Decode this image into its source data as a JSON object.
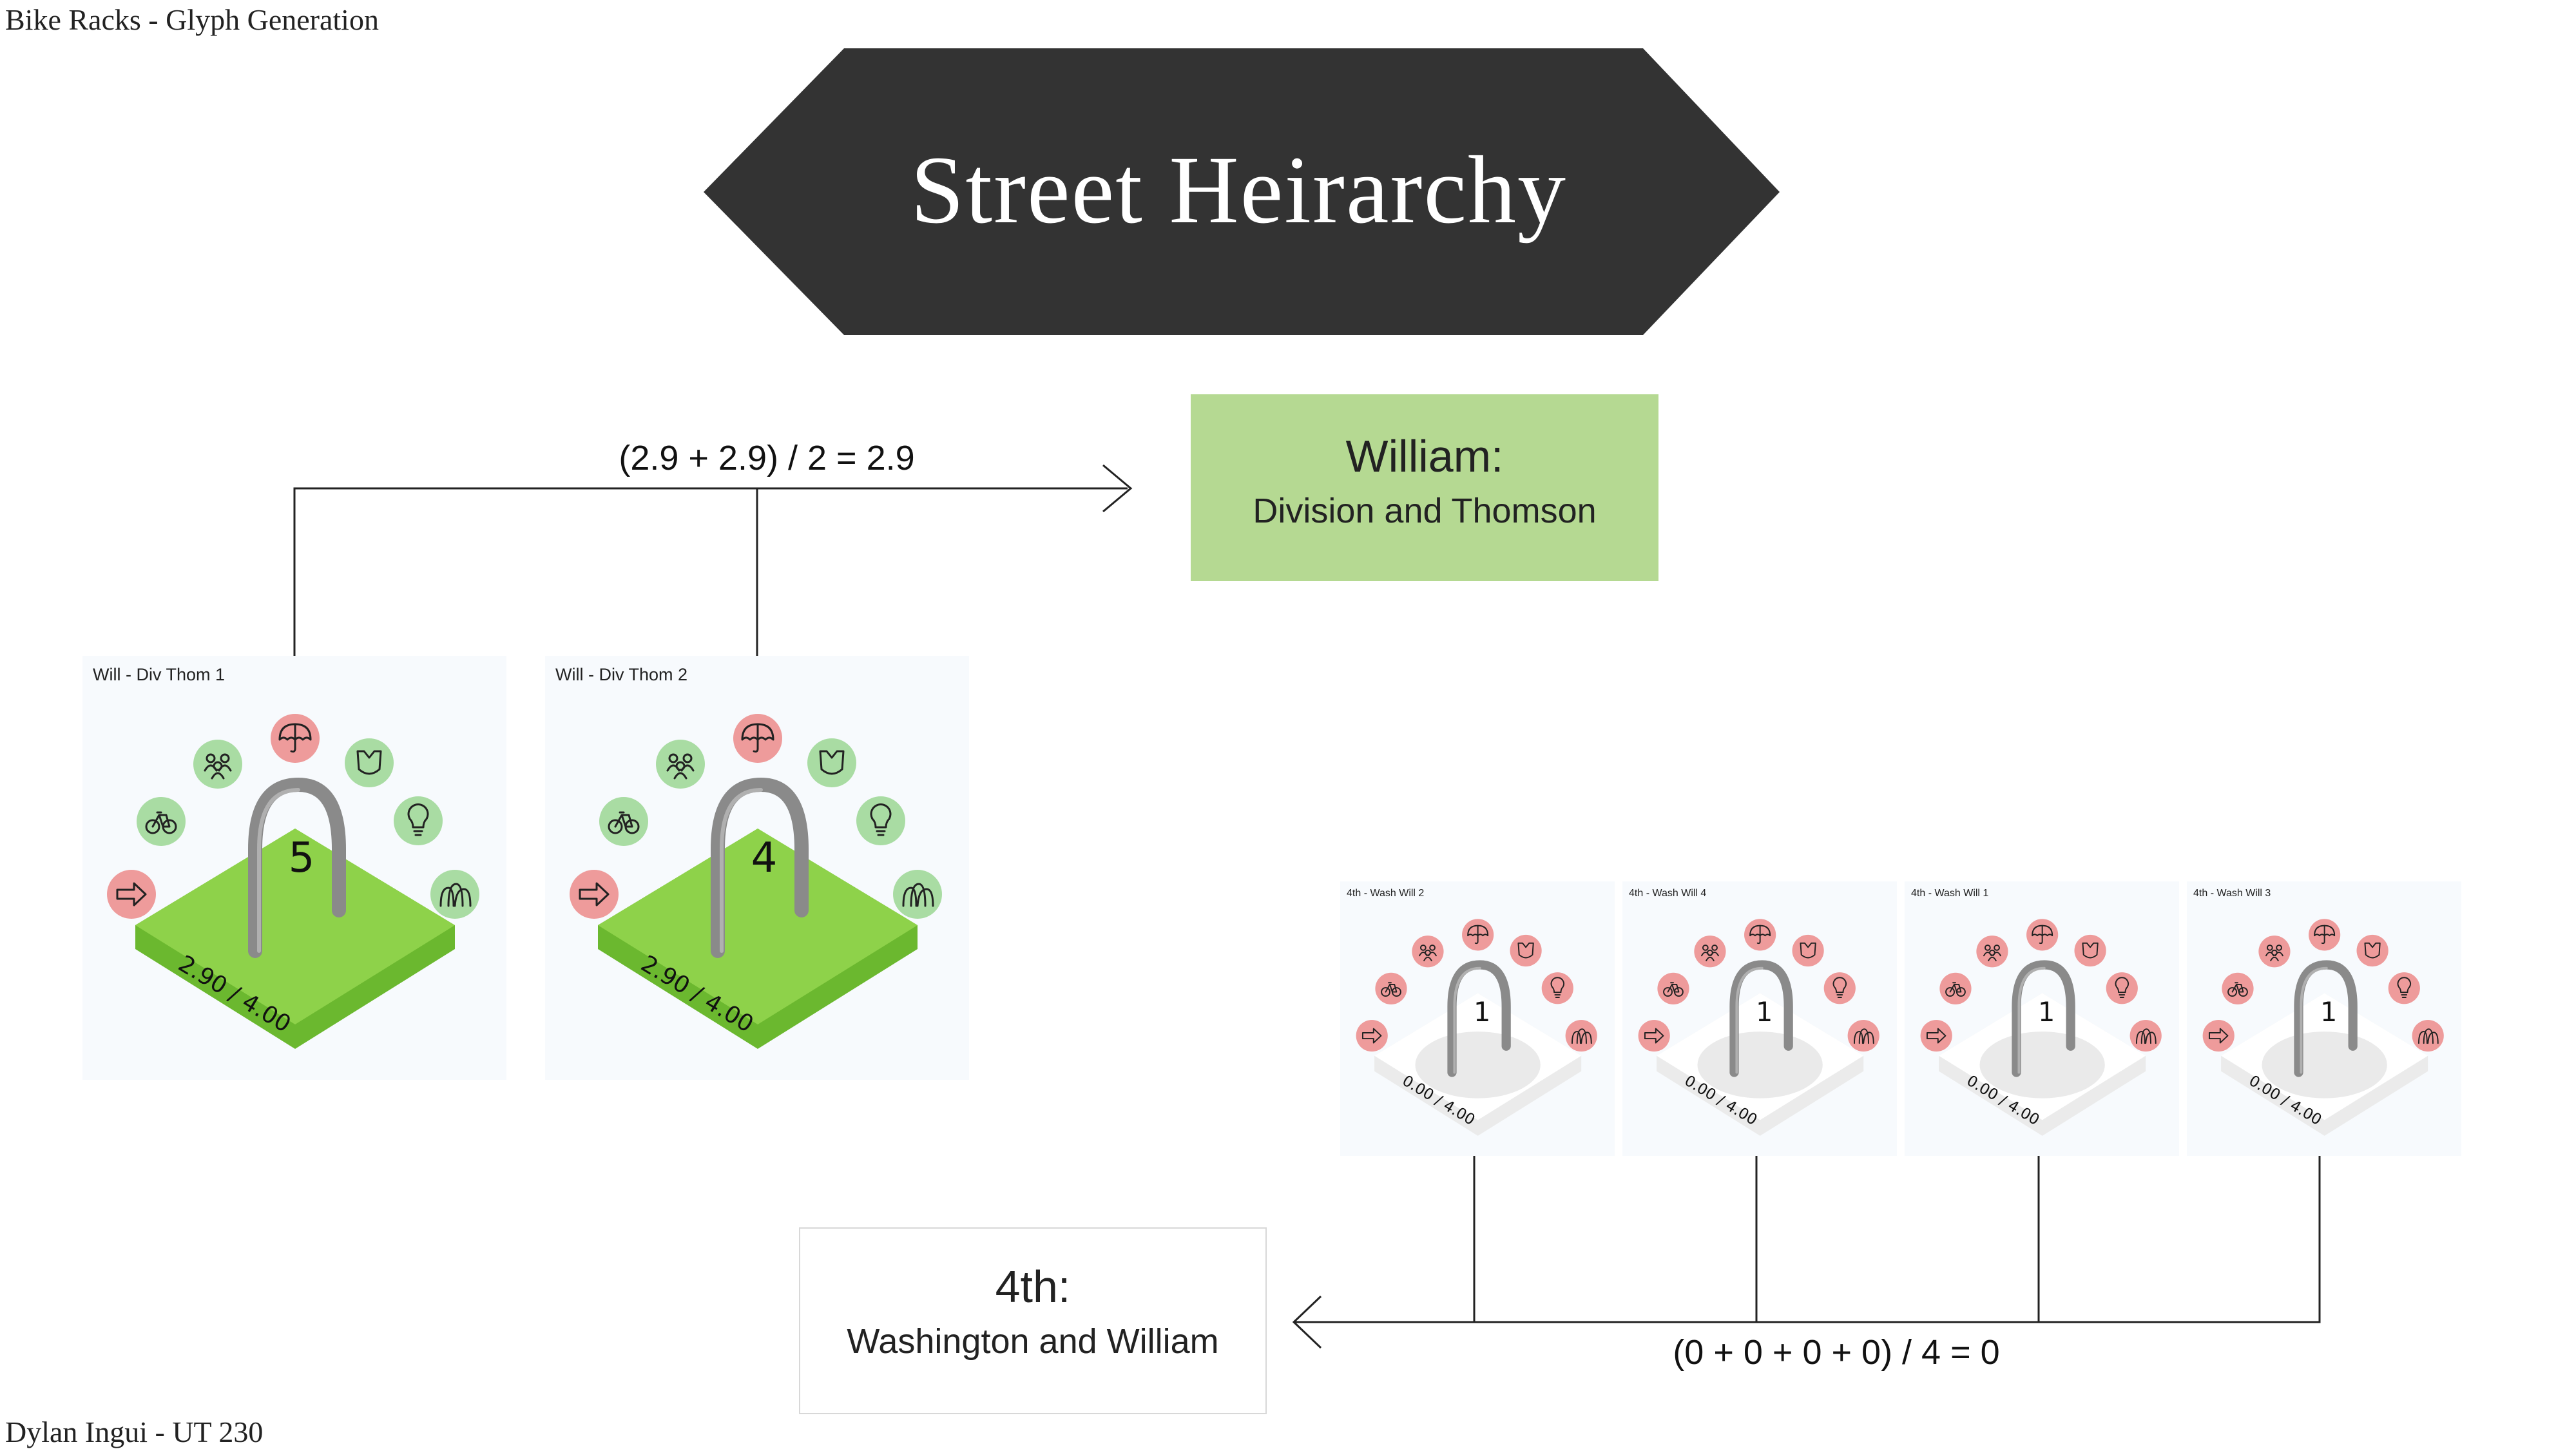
{
  "header": {
    "project": "Bike Racks - Glyph Generation"
  },
  "title": "Street Heirarchy",
  "footer": {
    "author": "Dylan Ingui - UT 230"
  },
  "colors": {
    "banner": "#333333",
    "grass": "#8ed24a",
    "grass_side": "#6bb82f",
    "icon_good": "#a9dca3",
    "icon_bad": "#ee9b9b",
    "box_green": "#b5d992",
    "concrete": "#ebebeb"
  },
  "william": {
    "title": "William:",
    "subtitle": "Division and Thomson",
    "formula": "(2.9 + 2.9) / 2 = 2.9",
    "glyphs": [
      {
        "label": "Will - Div Thom 1",
        "count": "5",
        "score": "2.90 / 4.00",
        "icons": [
          "arrow-right-icon",
          "bike-icon",
          "people-icon",
          "umbrella-icon",
          "shield-icon",
          "lightbulb-icon",
          "trees-icon"
        ],
        "icon_status": [
          "bad",
          "good",
          "good",
          "bad",
          "good",
          "good",
          "good"
        ]
      },
      {
        "label": "Will - Div Thom 2",
        "count": "4",
        "score": "2.90 / 4.00",
        "icons": [
          "arrow-right-icon",
          "bike-icon",
          "people-icon",
          "umbrella-icon",
          "shield-icon",
          "lightbulb-icon",
          "trees-icon"
        ],
        "icon_status": [
          "bad",
          "good",
          "good",
          "bad",
          "good",
          "good",
          "good"
        ]
      }
    ]
  },
  "fourth": {
    "title": "4th:",
    "subtitle": "Washington and William",
    "formula": "(0 + 0 + 0 + 0) / 4 = 0",
    "glyphs": [
      {
        "label": "4th - Wash Will 2",
        "count": "1",
        "score": "0.00 / 4.00",
        "icons": [
          "arrow-right-icon",
          "bike-icon",
          "people-icon",
          "umbrella-icon",
          "shield-icon",
          "lightbulb-icon",
          "trees-icon"
        ],
        "icon_status": [
          "bad",
          "bad",
          "bad",
          "bad",
          "bad",
          "bad",
          "bad"
        ]
      },
      {
        "label": "4th - Wash Will 4",
        "count": "1",
        "score": "0.00 / 4.00",
        "icons": [
          "arrow-right-icon",
          "bike-icon",
          "people-icon",
          "umbrella-icon",
          "shield-icon",
          "lightbulb-icon",
          "trees-icon"
        ],
        "icon_status": [
          "bad",
          "bad",
          "bad",
          "bad",
          "bad",
          "bad",
          "bad"
        ]
      },
      {
        "label": "4th - Wash Will 1",
        "count": "1",
        "score": "0.00 / 4.00",
        "icons": [
          "arrow-right-icon",
          "bike-icon",
          "people-icon",
          "umbrella-icon",
          "shield-icon",
          "lightbulb-icon",
          "trees-icon"
        ],
        "icon_status": [
          "bad",
          "bad",
          "bad",
          "bad",
          "bad",
          "bad",
          "bad"
        ]
      },
      {
        "label": "4th - Wash Will 3",
        "count": "1",
        "score": "0.00 / 4.00",
        "icons": [
          "arrow-right-icon",
          "bike-icon",
          "people-icon",
          "umbrella-icon",
          "shield-icon",
          "lightbulb-icon",
          "trees-icon"
        ],
        "icon_status": [
          "bad",
          "bad",
          "bad",
          "bad",
          "bad",
          "bad",
          "bad"
        ]
      }
    ]
  }
}
